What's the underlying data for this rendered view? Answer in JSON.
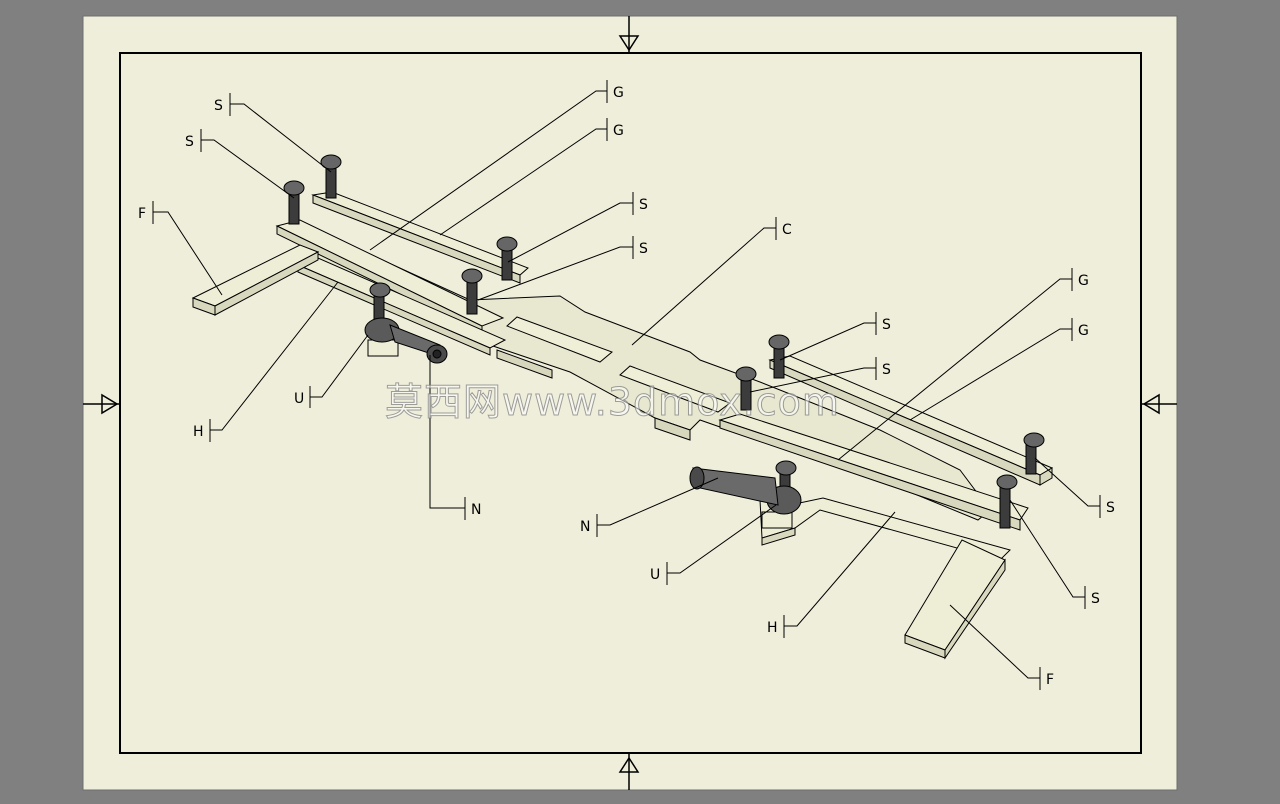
{
  "colors": {
    "background": "#808080",
    "sheet": "#efeedb",
    "part": "#eeeed6",
    "line": "#000000",
    "screw": "#3c3c3c",
    "rod_end": "#5a5a5a"
  },
  "watermark": "莫西网www.3dmox.com",
  "callouts": [
    {
      "id": "s1",
      "label": "S"
    },
    {
      "id": "s2",
      "label": "S"
    },
    {
      "id": "g1",
      "label": "G"
    },
    {
      "id": "g2",
      "label": "G"
    },
    {
      "id": "f1",
      "label": "F"
    },
    {
      "id": "s3",
      "label": "S"
    },
    {
      "id": "s4",
      "label": "S"
    },
    {
      "id": "c1",
      "label": "C"
    },
    {
      "id": "u1",
      "label": "U"
    },
    {
      "id": "h1",
      "label": "H"
    },
    {
      "id": "n1",
      "label": "N"
    },
    {
      "id": "g3",
      "label": "G"
    },
    {
      "id": "g4",
      "label": "G"
    },
    {
      "id": "s5",
      "label": "S"
    },
    {
      "id": "s6",
      "label": "S"
    },
    {
      "id": "s7",
      "label": "S"
    },
    {
      "id": "n2",
      "label": "N"
    },
    {
      "id": "u2",
      "label": "U"
    },
    {
      "id": "h2",
      "label": "H"
    },
    {
      "id": "s8",
      "label": "S"
    },
    {
      "id": "f2",
      "label": "F"
    }
  ]
}
